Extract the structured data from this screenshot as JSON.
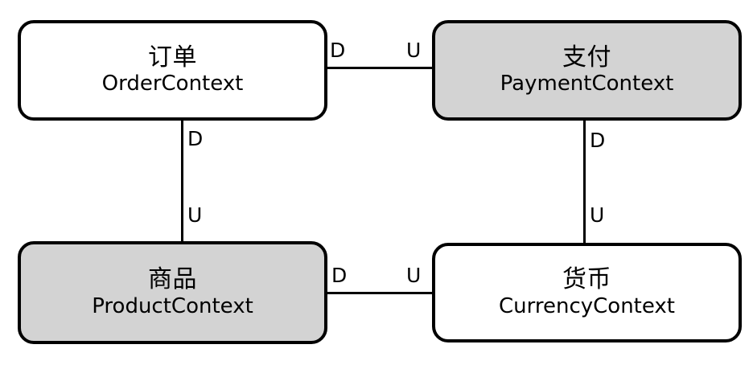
{
  "diagram": {
    "type": "context-map",
    "background_color": "#ffffff",
    "line_color": "#000000",
    "fill_white": "#ffffff",
    "fill_gray": "#d3d3d3",
    "nodes": [
      {
        "id": "order",
        "title": "订单",
        "subtitle": "OrderContext",
        "fill": "white"
      },
      {
        "id": "payment",
        "title": "支付",
        "subtitle": "PaymentContext",
        "fill": "gray"
      },
      {
        "id": "product",
        "title": "商品",
        "subtitle": "ProductContext",
        "fill": "gray"
      },
      {
        "id": "currency",
        "title": "货币",
        "subtitle": "CurrencyContext",
        "fill": "white"
      }
    ],
    "edges": [
      {
        "id": "order-payment",
        "orientation": "horizontal",
        "from": "order",
        "to": "payment",
        "from_label": "D",
        "to_label": "U"
      },
      {
        "id": "product-currency",
        "orientation": "horizontal",
        "from": "product",
        "to": "currency",
        "from_label": "D",
        "to_label": "U"
      },
      {
        "id": "order-product",
        "orientation": "vertical",
        "from": "order",
        "to": "product",
        "from_label": "D",
        "to_label": "U"
      },
      {
        "id": "payment-currency",
        "orientation": "vertical",
        "from": "payment",
        "to": "currency",
        "from_label": "D",
        "to_label": "U"
      }
    ]
  }
}
